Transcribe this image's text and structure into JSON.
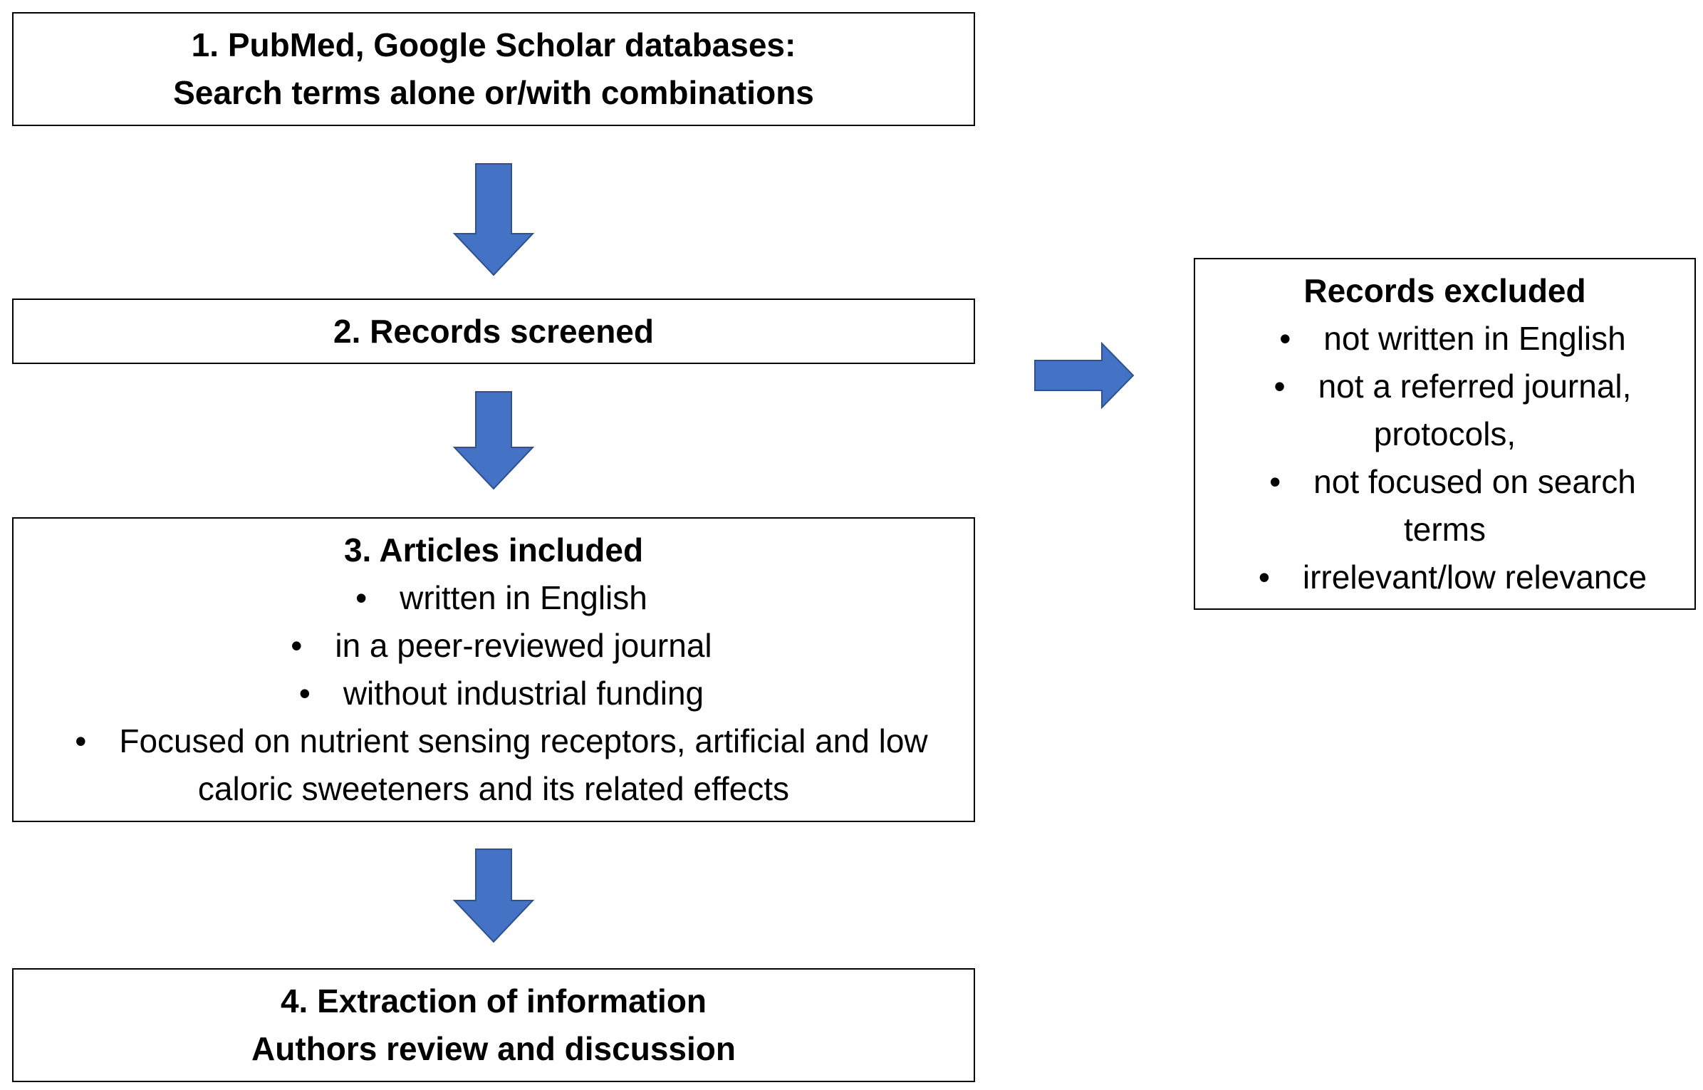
{
  "steps": {
    "search": {
      "line1": "1. PubMed, Google Scholar databases:",
      "line2": "Search terms alone or/with combinations"
    },
    "screened": {
      "title": "2. Records screened"
    },
    "included": {
      "title": "3. Articles included",
      "items": [
        "written in English",
        "in a peer-reviewed journal",
        "without industrial funding",
        "Focused on nutrient sensing receptors, artificial and low caloric sweeteners and its related effects"
      ]
    },
    "extraction": {
      "line1": "4. Extraction of information",
      "line2": "Authors review and discussion"
    }
  },
  "excluded": {
    "title": "Records excluded",
    "items": [
      "not written in English",
      "not a referred journal, protocols,",
      "not focused on search terms",
      "irrelevant/low relevance"
    ]
  },
  "colors": {
    "arrow": "#4472C4",
    "arrow_outline": "#2F528F",
    "border": "#000000"
  }
}
